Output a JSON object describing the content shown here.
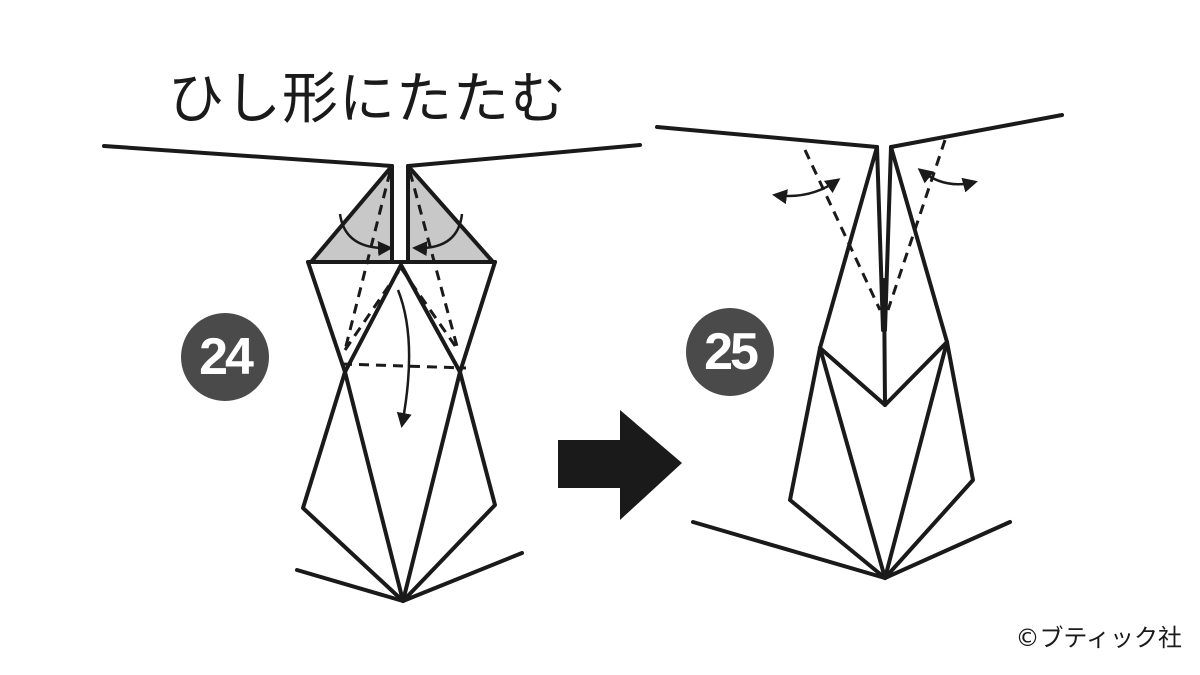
{
  "instruction_text": "ひし形にたたむ",
  "steps": [
    {
      "number": "24"
    },
    {
      "number": "25"
    }
  ],
  "next_arrow_icon": "right-arrow-icon",
  "credit": "©ブティック社",
  "colors": {
    "line": "#1a1a1a",
    "shaded_flap": "#c8c8c8",
    "badge": "#4a4a4a",
    "background": "#ffffff"
  }
}
